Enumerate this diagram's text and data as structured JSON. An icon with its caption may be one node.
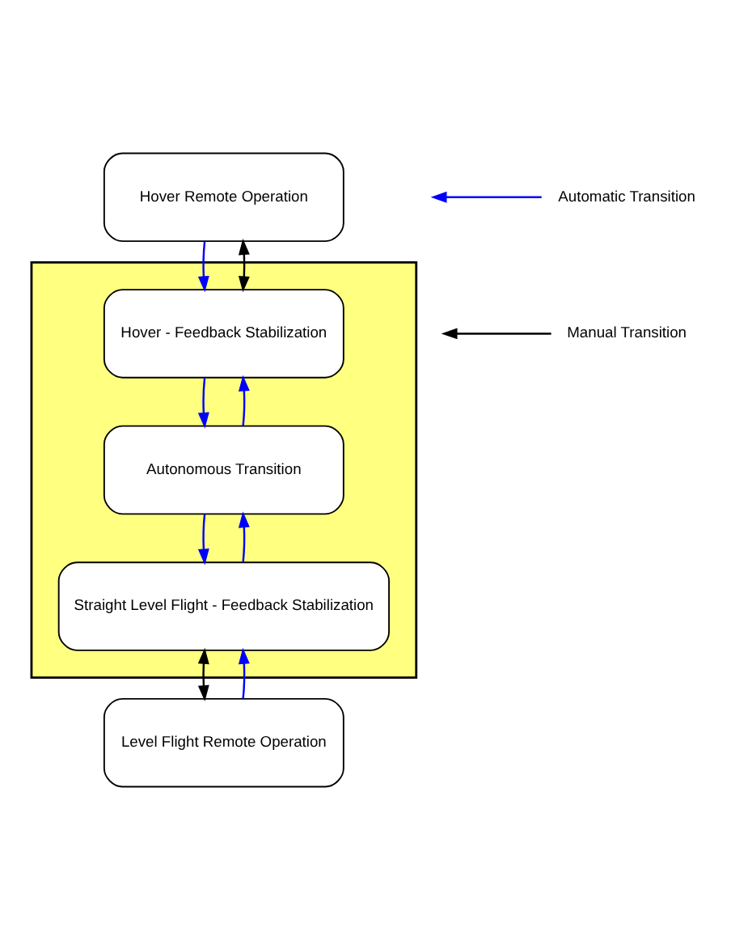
{
  "diagram": {
    "nodes": [
      {
        "text": [
          "Hover Remote Operation"
        ]
      },
      {
        "text": [],
        "shape": "box"
      },
      {
        "text": [
          "Hover - Feedback Stabilization"
        ],
        "in": 1
      },
      {
        "text": [
          "Autonomous Transition"
        ],
        "in": 1
      },
      {
        "text": [
          "Straight Level Flight - Feedback Stabilization"
        ],
        "in": 1
      },
      {
        "text": [
          "Level Flight Remote Operation"
        ]
      }
    ],
    "edges": [
      {
        "from": 0,
        "to": 2,
        "arrow": "to"
      },
      {
        "from": 0,
        "to": 2,
        "arrow": "both",
        "color": "#000000"
      },
      {
        "from": 2,
        "to": 3,
        "arrow": "to"
      },
      {
        "from": 3,
        "to": 2,
        "arrow": "to"
      },
      {
        "from": 3,
        "to": 4,
        "arrow": "to"
      },
      {
        "from": 4,
        "to": 3,
        "arrow": "to"
      },
      {
        "from": 4,
        "to": 5,
        "arrow": "both",
        "color": "#000000"
      },
      {
        "from": 5,
        "to": 4,
        "arrow": "to"
      }
    ],
    "legend": [
      {
        "text": "Automatic Transition"
      },
      {
        "text": "Manual Transition"
      }
    ]
  }
}
